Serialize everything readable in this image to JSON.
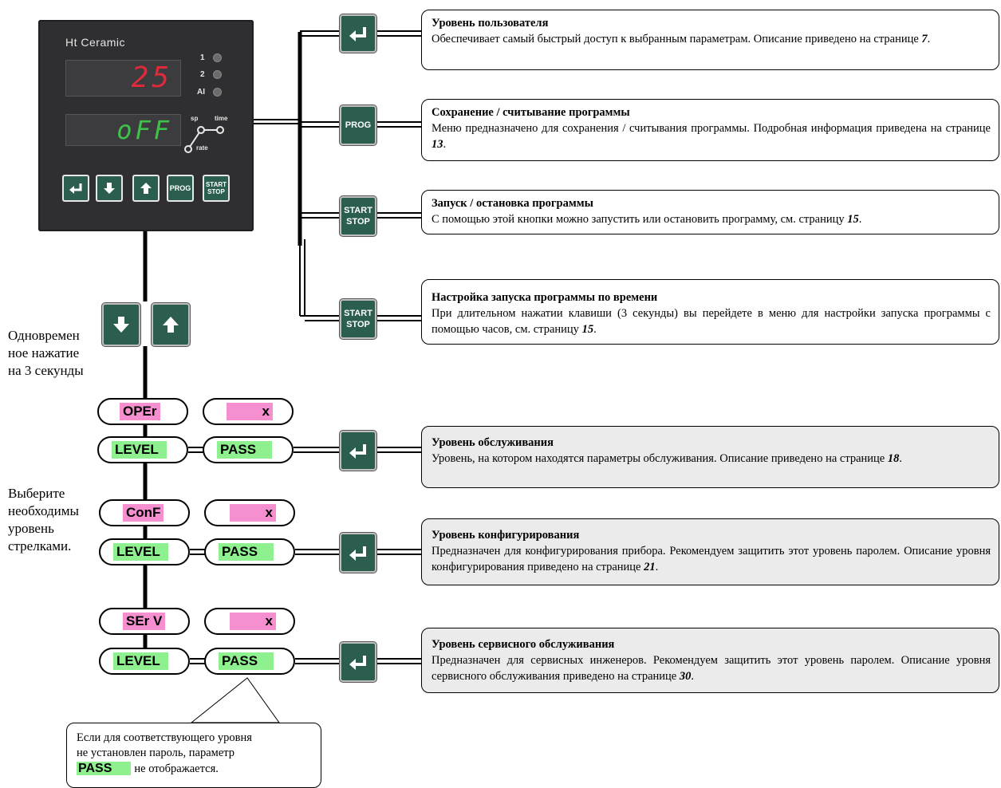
{
  "device": {
    "brand": "Ht Ceramic",
    "display_top": "25",
    "display_bottom": "oFF",
    "led1": "1",
    "led2": "2",
    "led3": "AI",
    "sp_label": "sp",
    "time_label": "time",
    "rate_label": "rate",
    "btn_prog": "PROG",
    "btn_start": "START",
    "btn_stop": "STOP"
  },
  "buttons": {
    "prog": "PROG",
    "start": "START",
    "stop": "STOP"
  },
  "side_text": {
    "simultaneous": [
      "Одновремен",
      "ное нажатие",
      "на 3 секунды"
    ],
    "select": [
      "Выберите",
      "необходимы",
      "уровень",
      "стрелками."
    ]
  },
  "levels": [
    {
      "name": "OPEr",
      "x": "x",
      "level": "LEVEL",
      "pass": "PASS"
    },
    {
      "name": "ConF",
      "x": "x",
      "level": "LEVEL",
      "pass": "PASS"
    },
    {
      "name": "SEr V",
      "x": "x",
      "level": "LEVEL",
      "pass": "PASS"
    }
  ],
  "info": [
    {
      "title": "Уровень пользователя",
      "text": "Обеспечивает самый быстрый доступ к выбранным параметрам. Описание приведено на странице ",
      "page": "7",
      "end": "."
    },
    {
      "title": "Сохранение / считывание программы",
      "text": "Меню предназначено для сохранения / считывания программы. Подробная информация приведена на странице ",
      "page": "13",
      "end": "."
    },
    {
      "title": "Запуск / остановка программы",
      "text": "С помощью этой кнопки можно запустить или остановить программу, см. страницу ",
      "page": "15",
      "end": "."
    },
    {
      "title": "Настройка запуска программы по времени",
      "text": "При длительном нажатии клавиши (3 секунды) вы перейдете в меню для настройки запуска программы с помощью часов, см. страницу ",
      "page": "15",
      "end": "."
    },
    {
      "title": "Уровень обслуживания",
      "text": "Уровень, на котором находятся параметры обслуживания. Описание приведено на странице ",
      "page": "18",
      "end": "."
    },
    {
      "title": "Уровень конфигурирования",
      "text": "Предназначен для конфигурирования прибора. Рекомендуем защитить этот уровень паролем. Описание уровня конфигурирования приведено на странице ",
      "page": "21",
      "end": "."
    },
    {
      "title": "Уровень сервисного обслуживания",
      "text": "Предназначен для сервисных инженеров. Рекомендуем защитить этот уровень паролем. Описание уровня сервисного обслуживания приведено на странице ",
      "page": "30",
      "end": "."
    }
  ],
  "note": {
    "line1": "Если для соответствующего уровня",
    "line2": "не установлен пароль, параметр",
    "pass": "PASS",
    "line3": "не отображается."
  }
}
